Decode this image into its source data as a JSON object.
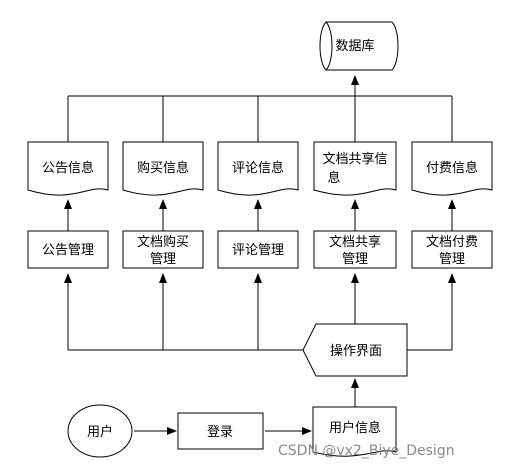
{
  "nodes": {
    "database": "数据库",
    "info_announcement": "公告信息",
    "info_purchase": "购买信息",
    "info_comment": "评论信息",
    "info_share_line1": "文档共享信",
    "info_share_line2": "息",
    "info_payment": "付费信息",
    "mgmt_announcement": "公告管理",
    "mgmt_purchase_line1": "文档购买",
    "mgmt_purchase_line2": "管理",
    "mgmt_comment": "评论管理",
    "mgmt_share_line1": "文档共享",
    "mgmt_share_line2": "管理",
    "mgmt_payment_line1": "文档付费",
    "mgmt_payment_line2": "管理",
    "interface": "操作界面",
    "user": "用户",
    "login": "登录",
    "user_info": "用户信息"
  },
  "watermark": "CSDN @vx2_Biye_Design"
}
